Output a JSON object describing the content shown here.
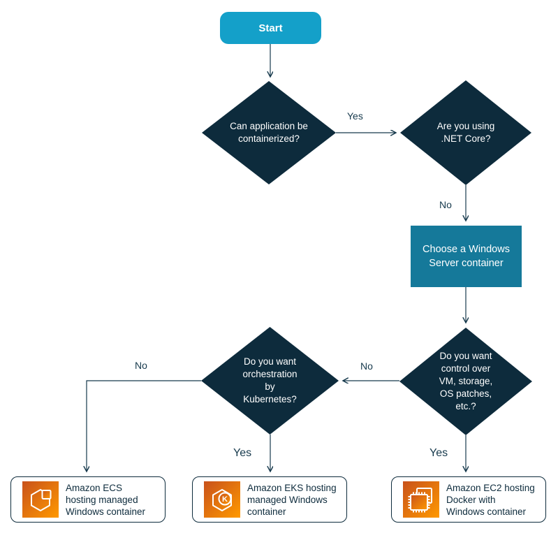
{
  "nodes": {
    "start": {
      "label": "Start"
    },
    "containerized": {
      "label": "Can application be\ncontainerized?"
    },
    "netcore": {
      "label": "Are you using\n.NET Core?"
    },
    "choose_windows": {
      "label": "Choose a Windows\nServer container"
    },
    "control": {
      "label": "Do you want\ncontrol over\nVM, storage,\nOS patches,\netc.?"
    },
    "kubernetes": {
      "label": "Do you want\norchestration\nby\nKubernetes?"
    },
    "ecs": {
      "label": "Amazon ECS\nhosting managed\nWindows container"
    },
    "eks": {
      "label": "Amazon EKS hosting\nmanaged Windows\ncontainer"
    },
    "ec2": {
      "label": "Amazon EC2 hosting\nDocker with\nWindows container"
    }
  },
  "edge_labels": {
    "containerized_yes": "Yes",
    "netcore_no": "No",
    "control_no": "No",
    "kubernetes_no": "No",
    "kubernetes_yes": "Yes",
    "control_yes": "Yes"
  },
  "icons": {
    "ecs": "aws-ecs-icon",
    "eks": "aws-eks-icon",
    "ec2": "aws-ec2-icon",
    "eks_letter": "K"
  },
  "colors": {
    "decision_fill": "#0d2b3c",
    "start_fill": "#14a0c9",
    "process_fill": "#15799a",
    "connector": "#16394c",
    "result_border": "#0d2b3c",
    "aws_gradient_start": "#c8511b",
    "aws_gradient_end": "#ff9900",
    "text_on_dark": "#ffffff"
  }
}
